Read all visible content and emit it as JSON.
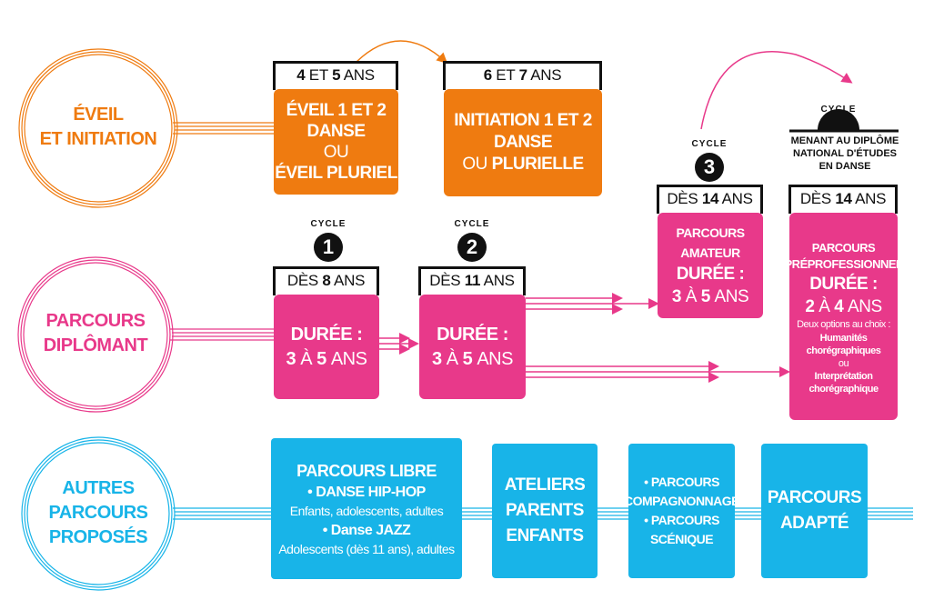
{
  "colors": {
    "orange": "#ef7b10",
    "pink": "#e8398a",
    "blue": "#18b4e8",
    "black": "#111111"
  },
  "rows": {
    "eveil": {
      "label_line1": "ÉVEIL",
      "label_line2": "ET INITIATION"
    },
    "diplomant": {
      "label_line1": "PARCOURS",
      "label_line2": "DIPLÔMANT"
    },
    "autres": {
      "label_line1": "AUTRES",
      "label_line2": "PARCOURS",
      "label_line3": "PROPOSÉS"
    }
  },
  "eveil_boxes": [
    {
      "age_num1": "4",
      "age_mid": "ET",
      "age_num2": "5",
      "age_unit": "ANS",
      "line1": "ÉVEIL 1 ET 2",
      "line2": "DANSE",
      "line3": "OU",
      "line4": "ÉVEIL PLURIEL"
    },
    {
      "age_num1": "6",
      "age_mid": "ET",
      "age_num2": "7",
      "age_unit": "ANS",
      "line1": "INITIATION 1 ET 2",
      "line2": "DANSE",
      "line3": "OU",
      "line4": "PLURIELLE"
    }
  ],
  "cycles": [
    {
      "word": "CYCLE",
      "num": "1",
      "age_pre": "DÈS",
      "age_num": "8",
      "age_unit": "ANS",
      "duree_label": "DURÉE :",
      "duree_a": "3",
      "duree_mid": "À",
      "duree_b": "5",
      "duree_unit": "ANS"
    },
    {
      "word": "CYCLE",
      "num": "2",
      "age_pre": "DÈS",
      "age_num": "11",
      "age_unit": "ANS",
      "duree_label": "DURÉE :",
      "duree_a": "3",
      "duree_mid": "À",
      "duree_b": "5",
      "duree_unit": "ANS"
    },
    {
      "word": "CYCLE",
      "num": "3",
      "age_pre": "DÈS",
      "age_num": "14",
      "age_unit": "ANS",
      "title1": "PARCOURS",
      "title2": "AMATEUR",
      "duree_label": "DURÉE :",
      "duree_a": "3",
      "duree_mid": "À",
      "duree_b": "5",
      "duree_unit": "ANS"
    }
  ],
  "dnsd": {
    "word": "CYCLE",
    "head1": "MENANT AU DIPLÔME",
    "head2": "NATIONAL D'ÉTUDES",
    "head3": "EN DANSE",
    "age_pre": "DÈS",
    "age_num": "14",
    "age_unit": "ANS",
    "title1": "PARCOURS",
    "title2": "PRÉPROFESSIONNEL",
    "duree_label": "DURÉE :",
    "duree_a": "2",
    "duree_mid": "À",
    "duree_b": "4",
    "duree_unit": "ANS",
    "options": "Deux options au choix :",
    "opt1a": "Humanités",
    "opt1b": "chorégraphiques",
    "ou": "ou",
    "opt2a": "Interprétation",
    "opt2b": "chorégraphique"
  },
  "autres_boxes": {
    "libre": {
      "title": "PARCOURS LIBRE",
      "item1": "• DANSE HIP-HOP",
      "item1_sub": "Enfants, adolescents, adultes",
      "item2": "• Danse JAZZ",
      "item2_sub": "Adolescents (dès 11 ans), adultes"
    },
    "ateliers": {
      "line1": "ATELIERS",
      "line2": "PARENTS",
      "line3": "ENFANTS"
    },
    "compagnonnage": {
      "line1": "• PARCOURS",
      "line2": "COMPAGNONNAGE",
      "line3": "• PARCOURS",
      "line4": "SCÉNIQUE"
    },
    "adapte": {
      "line1": "PARCOURS",
      "line2": "ADAPTÉ"
    }
  }
}
